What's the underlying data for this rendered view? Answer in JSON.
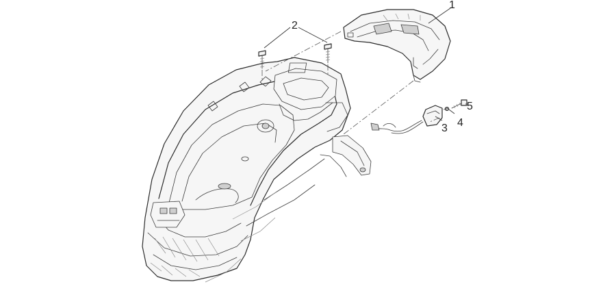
{
  "callouts": [
    {
      "id": "1",
      "label": "1"
    },
    {
      "id": "2",
      "label": "2"
    },
    {
      "id": "3",
      "label": "3"
    },
    {
      "id": "4",
      "label": "4"
    },
    {
      "id": "5",
      "label": "5"
    }
  ],
  "colors": {
    "line": "#2a2a2a",
    "background": "#ffffff"
  }
}
